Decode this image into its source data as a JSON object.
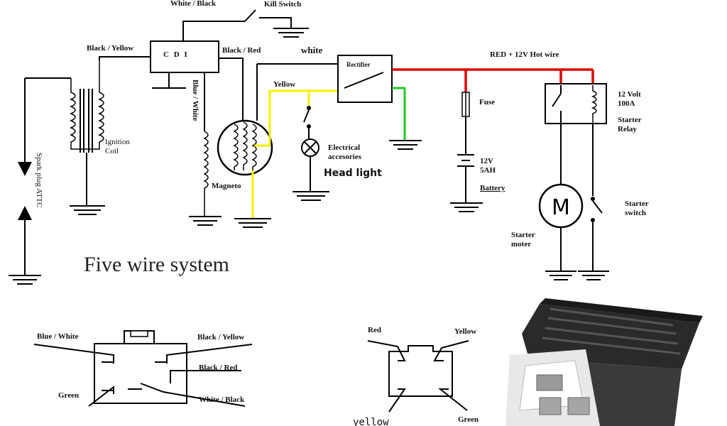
{
  "colors": {
    "red": "#e00000",
    "yellow": "#f5f000",
    "green": "#22cc22",
    "black": "#000000"
  },
  "labels": {
    "white_black_top": "White / Black",
    "kill_switch": "Kill Switch",
    "black_yellow": "Black / Yellow",
    "cdi": "C D I",
    "black_red": "Black / Red",
    "white": "white",
    "rectifier": "Rectifier",
    "red_hot": "RED   + 12V  Hot wire",
    "blue_white": "Blue / White",
    "ignition_coil_1": "Ignition",
    "ignition_coil_2": "Coil",
    "yellow": "Yellow",
    "electrical_1": "Electrical",
    "electrical_2": "accesories",
    "head_light": "Head light",
    "magneto": "Magneto",
    "fuse": "Fuse",
    "battery_1": "12V",
    "battery_2": "5AH",
    "battery_3": "Battery",
    "relay_1": "12 Volt",
    "relay_2": "100A",
    "relay_3": "Starter",
    "relay_4": "Relay",
    "starter_switch_1": "Starter",
    "starter_switch_2": "switch",
    "starter_motor_1": "Starter",
    "starter_motor_2": "moter",
    "spark_plug": "Spark plug   ATTC",
    "motor_letter": "M",
    "title": "Five wire system"
  },
  "cdi_connector": {
    "blue_white": "Blue /  White",
    "black_yellow": "Black / Yellow",
    "black_red": "Black / Red",
    "green": "Green",
    "white_black": "White / Black"
  },
  "rectifier_connector": {
    "red": "Red",
    "yellow_top": "Yellow",
    "yellow_bottom": "yellow",
    "green": "Green"
  }
}
